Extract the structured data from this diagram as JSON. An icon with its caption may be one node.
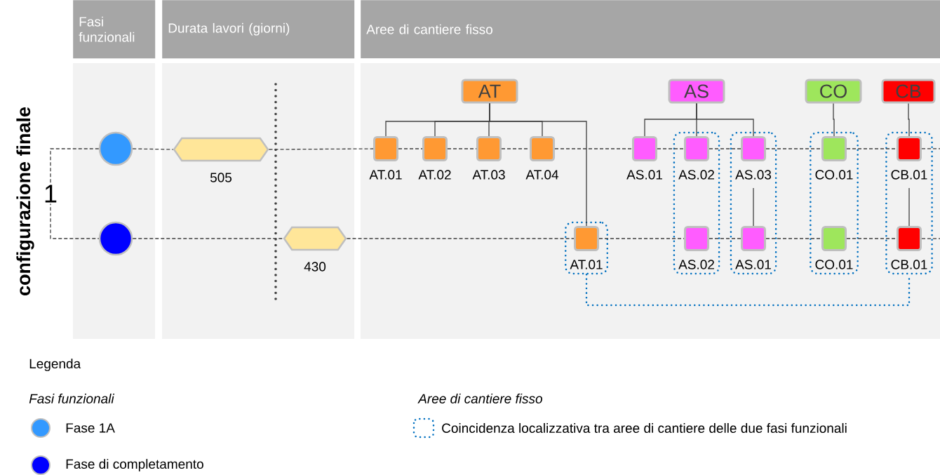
{
  "diagram": {
    "nodes": [
      {
        "text": [
          "Fasi funzionali"
        ]
      },
      {
        "text": [
          "Durata lavori (giorni)"
        ]
      },
      {
        "text": [
          "Aree di cantiere fisso"
        ]
      },
      {
        "text": [],
        "shape": "circle"
      },
      {
        "text": [],
        "shape": "circle"
      },
      {
        "text": [],
        "shape": "hexagon",
        "beside": [
          "505"
        ]
      },
      {
        "text": [],
        "shape": "hexagon",
        "beside": [
          "430"
        ]
      },
      {
        "text": [
          "AT"
        ]
      },
      {
        "text": [
          "AS"
        ]
      },
      {
        "text": [
          "CO"
        ]
      },
      {
        "text": [
          "CB"
        ]
      },
      {
        "text": [],
        "shape": "square",
        "beside": [
          "AT.01"
        ]
      },
      {
        "text": [],
        "shape": "square",
        "beside": [
          "AT.02"
        ]
      },
      {
        "text": [],
        "shape": "square",
        "beside": [
          "AT.03"
        ]
      },
      {
        "text": [],
        "shape": "square",
        "beside": [
          "AT.04"
        ]
      },
      {
        "text": [],
        "shape": "square",
        "beside": [
          "AS.01"
        ]
      },
      {
        "text": [],
        "shape": "box"
      },
      {
        "text": [],
        "shape": "square",
        "beside": [
          "AS.02"
        ],
        "in": 16
      },
      {
        "text": [],
        "shape": "box"
      },
      {
        "text": [],
        "shape": "square",
        "beside": [
          "AS.03"
        ],
        "in": 18
      },
      {
        "text": [],
        "shape": "box"
      },
      {
        "text": [],
        "shape": "square",
        "beside": [
          "CO.01"
        ],
        "in": 20
      },
      {
        "text": [],
        "shape": "box"
      },
      {
        "text": [],
        "shape": "square",
        "beside": [
          "CB.01"
        ],
        "in": 22
      },
      {
        "text": [],
        "shape": "box"
      },
      {
        "text": [],
        "shape": "square",
        "beside": [
          "AT.01"
        ],
        "in": 24
      },
      {
        "text": [],
        "shape": "square",
        "beside": [
          "AS.02"
        ],
        "in": 16
      },
      {
        "text": [],
        "shape": "square",
        "beside": [
          "AS.01"
        ],
        "in": 18
      },
      {
        "text": [],
        "shape": "square",
        "beside": [
          "CO.01"
        ],
        "in": 20
      },
      {
        "text": [],
        "shape": "square",
        "beside": [
          "CB.01"
        ],
        "in": 22
      }
    ],
    "edges": [
      {
        "from": 3,
        "to": 4,
        "arrow": "none",
        "style": "dashed",
        "label": "1"
      },
      {
        "from": 3,
        "to": 5,
        "arrow": "none",
        "style": "dashed"
      },
      {
        "from": 5,
        "to": 11,
        "arrow": "none",
        "style": "dashed"
      },
      {
        "from": 11,
        "to": 12,
        "arrow": "none",
        "style": "dashed"
      },
      {
        "from": 12,
        "to": 13,
        "arrow": "none",
        "style": "dashed"
      },
      {
        "from": 13,
        "to": 14,
        "arrow": "none",
        "style": "dashed"
      },
      {
        "from": 14,
        "to": 15,
        "arrow": "none",
        "style": "dashed"
      },
      {
        "from": 15,
        "to": 17,
        "arrow": "none",
        "style": "dashed"
      },
      {
        "from": 17,
        "to": 19,
        "arrow": "none",
        "style": "dashed"
      },
      {
        "from": 19,
        "to": 21,
        "arrow": "none",
        "style": "dashed"
      },
      {
        "from": 21,
        "to": 23,
        "arrow": "none",
        "style": "dashed"
      },
      {
        "from": 23,
        "to": null,
        "arrow": "none",
        "style": "dashed"
      },
      {
        "from": 4,
        "to": 6,
        "arrow": "none",
        "style": "dashed"
      },
      {
        "from": 6,
        "to": 25,
        "arrow": "none",
        "style": "dashed"
      },
      {
        "from": 25,
        "to": 26,
        "arrow": "none",
        "style": "dashed"
      },
      {
        "from": 26,
        "to": 27,
        "arrow": "none",
        "style": "dashed"
      },
      {
        "from": 27,
        "to": 28,
        "arrow": "none",
        "style": "dashed"
      },
      {
        "from": 28,
        "to": 29,
        "arrow": "none",
        "style": "dashed"
      },
      {
        "from": 29,
        "to": null,
        "arrow": "none",
        "style": "dashed"
      },
      {
        "from": 7,
        "to": 11,
        "arrow": "none"
      },
      {
        "from": 7,
        "to": 12,
        "arrow": "none"
      },
      {
        "from": 7,
        "to": 13,
        "arrow": "none"
      },
      {
        "from": 7,
        "to": 14,
        "arrow": "none"
      },
      {
        "from": 7,
        "to": 25,
        "arrow": "none"
      },
      {
        "from": 8,
        "to": 15,
        "arrow": "none"
      },
      {
        "from": 8,
        "to": 17,
        "arrow": "none"
      },
      {
        "from": 8,
        "to": 19,
        "arrow": "none"
      },
      {
        "from": 9,
        "to": 21,
        "arrow": "none"
      },
      {
        "from": 10,
        "to": 23,
        "arrow": "none"
      },
      {
        "from": 19,
        "to": 27,
        "arrow": "none"
      },
      {
        "from": 23,
        "to": 29,
        "arrow": "none"
      },
      {
        "from": 24,
        "to": 22,
        "arrow": "none",
        "style": "dashed",
        "color": "#0070c0"
      }
    ],
    "labels": [
      "configurazione finale",
      "Legenda",
      "Fasi funzionali",
      "Aree di cantiere fisso"
    ],
    "legend": [
      {
        "text": "Fase 1A",
        "color": "#3399ff"
      },
      {
        "text": "Fase di completamento",
        "color": "#0000ff"
      },
      {
        "text": "Coincidenza localizzativa tra aree di cantiere delle due fasi funzionali"
      }
    ]
  }
}
